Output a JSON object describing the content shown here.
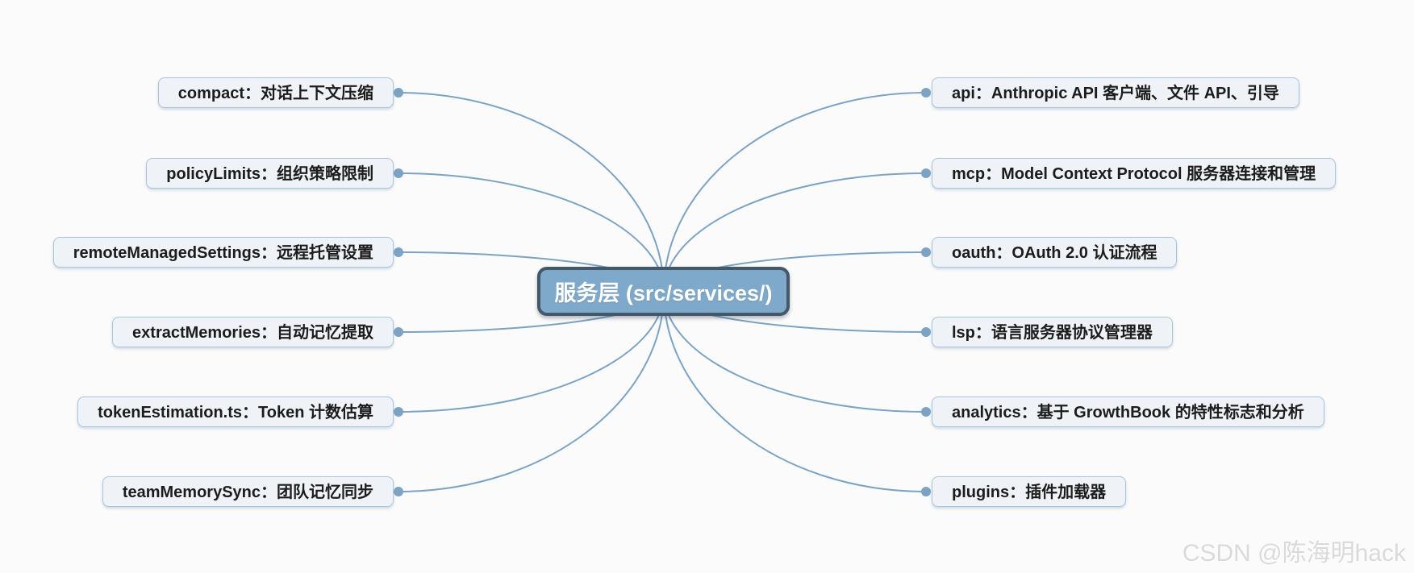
{
  "root": {
    "label": "服务层 (src/services/)"
  },
  "nodes": {
    "left": [
      {
        "label": "compact：对话上下文压缩"
      },
      {
        "label": "policyLimits：组织策略限制"
      },
      {
        "label": "remoteManagedSettings：远程托管设置"
      },
      {
        "label": "extractMemories：自动记忆提取"
      },
      {
        "label": "tokenEstimation.ts：Token 计数估算"
      },
      {
        "label": "teamMemorySync：团队记忆同步"
      }
    ],
    "right": [
      {
        "label": "api：Anthropic API 客户端、文件 API、引导"
      },
      {
        "label": "mcp：Model Context Protocol 服务器连接和管理"
      },
      {
        "label": "oauth：OAuth 2.0 认证流程"
      },
      {
        "label": "lsp：语言服务器协议管理器"
      },
      {
        "label": "analytics：基于 GrowthBook 的特性标志和分析"
      },
      {
        "label": "plugins：插件加载器"
      }
    ]
  },
  "watermark": "CSDN @陈海明hack",
  "colors": {
    "background": "#fbfbfb",
    "node_fill": "#eff3f8",
    "node_border": "#a9c6df",
    "node_text": "#1c1c1c",
    "root_fill": "#7fa9ca",
    "root_border": "#44586a",
    "root_text": "#ffffff",
    "connector_line": "#7ca3c4",
    "watermark_text": "#dadada"
  }
}
